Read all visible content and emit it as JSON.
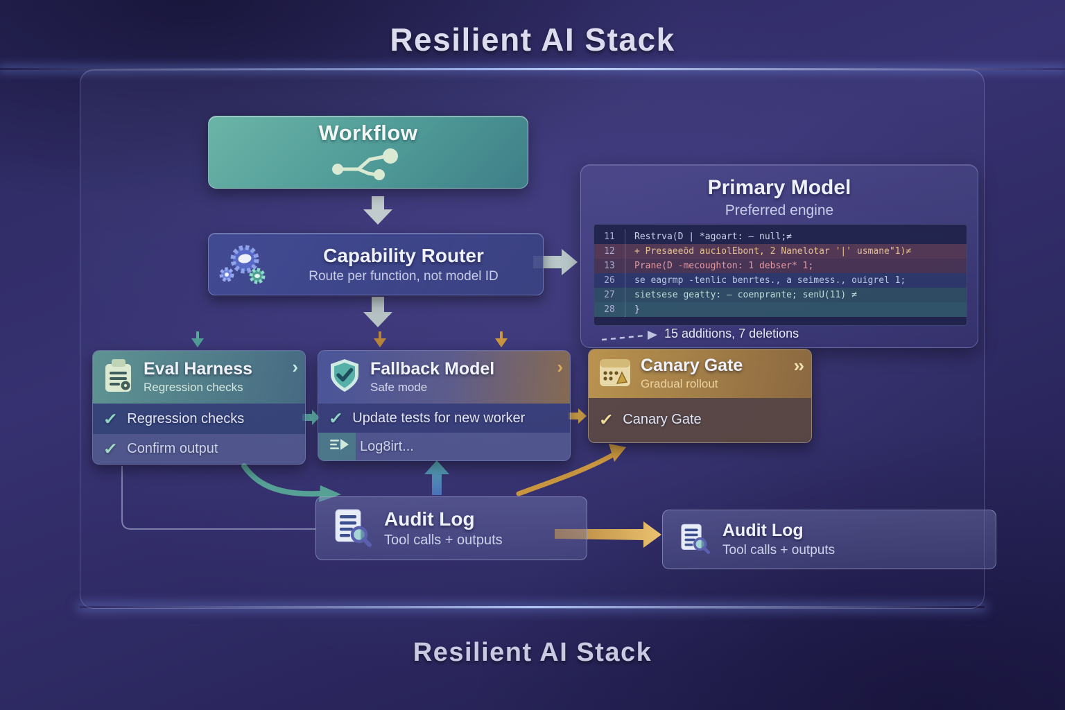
{
  "titles": {
    "top": "Resilient AI Stack",
    "bottom": "Resilient AI Stack"
  },
  "workflow": {
    "title": "Workflow",
    "icon": "commit-graph-icon"
  },
  "capability_router": {
    "title": "Capability Router",
    "subtitle": "Route per function, not model ID",
    "icon": "gears-icon"
  },
  "primary_model": {
    "title": "Primary Model",
    "subtitle": "Preferred engine",
    "diff_note": "15 additions, 7 deletions",
    "code_lines": [
      {
        "num": "11",
        "text": "Restrva(D | *agoart: — null;≠"
      },
      {
        "num": "12",
        "text": "+ Presaeeöd auciolEbont, 2 Nanelotar '|' usmane\"1)≠"
      },
      {
        "num": "13",
        "text": "Prane(D -mecoughton: 1 debser* 1;"
      },
      {
        "num": "26",
        "text": "se eagrmp -tenlic benrtes., a seimess., ouigrel 1;"
      },
      {
        "num": "27",
        "text": "sietsese geatty: — coenprante; senU(11) ≠"
      },
      {
        "num": "28",
        "text": "}"
      }
    ]
  },
  "eval_harness": {
    "title": "Eval Harness",
    "subtitle": "Regression checks",
    "chevron": "›",
    "icon": "clipboard-icon",
    "items": [
      {
        "label": "Regression checks"
      },
      {
        "label": "Confirm output"
      }
    ]
  },
  "fallback_model": {
    "title": "Fallback Model",
    "subtitle": "Safe mode",
    "chevron": "›",
    "icon": "shield-check-icon",
    "items": [
      {
        "label": "Update tests for new worker"
      },
      {
        "label": "Log8irt..."
      }
    ]
  },
  "canary_gate": {
    "title": "Canary Gate",
    "subtitle": "Gradual rollout",
    "chevron": "››",
    "icon": "canary-calendar-icon",
    "items": [
      {
        "label": "Canary Gate"
      }
    ]
  },
  "audit_log_center": {
    "title": "Audit Log",
    "subtitle": "Tool calls + outputs",
    "icon": "document-magnifier-icon"
  },
  "audit_log_right": {
    "title": "Audit Log",
    "subtitle": "Tool calls + outputs",
    "icon": "document-magnifier-icon"
  },
  "icons": {
    "check": "✓"
  },
  "colors": {
    "teal_accent": "#5fae9f",
    "gold_accent": "#cfa149",
    "indigo_card": "#3e4687",
    "canary_gold": "#a97f3f",
    "check_teal": "#8fd4c0",
    "check_gold": "#f0dc9a",
    "code_background": "#1f234a",
    "background_indigo": "#34306a"
  }
}
